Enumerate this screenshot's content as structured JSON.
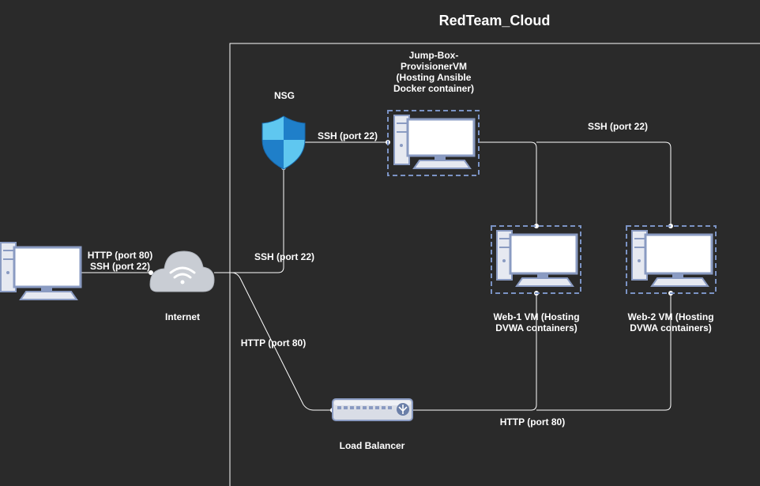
{
  "title": "RedTeam_Cloud",
  "nodes": {
    "nsg": "NSG",
    "jumpbox": "Jump-Box-\nProvisionerVM\n(Hosting Ansible\nDocker container)",
    "internet": "Internet",
    "web1": "Web-1 VM (Hosting\nDVWA containers)",
    "web2": "Web-2 VM (Hosting\nDVWA containers)",
    "load_balancer": "Load Balancer"
  },
  "edges": {
    "client_internet": "HTTP (port 80)\nSSH (port 22)",
    "nsg_jumpbox": "SSH (port 22)",
    "jumpbox_web2": "SSH (port 22)",
    "internet_nsg": "SSH (port 22)",
    "internet_lb": "HTTP (port 80)",
    "lb_web": "HTTP (port 80)"
  },
  "colors": {
    "background": "#2a2a2a",
    "lines": "#ffffff",
    "monitor": "#ffffff",
    "monitor_frame": "#8a9bc2",
    "dashed_selection": "#7b93c4",
    "shield_light": "#5fc7f0",
    "shield_dark": "#1f7fc9"
  }
}
